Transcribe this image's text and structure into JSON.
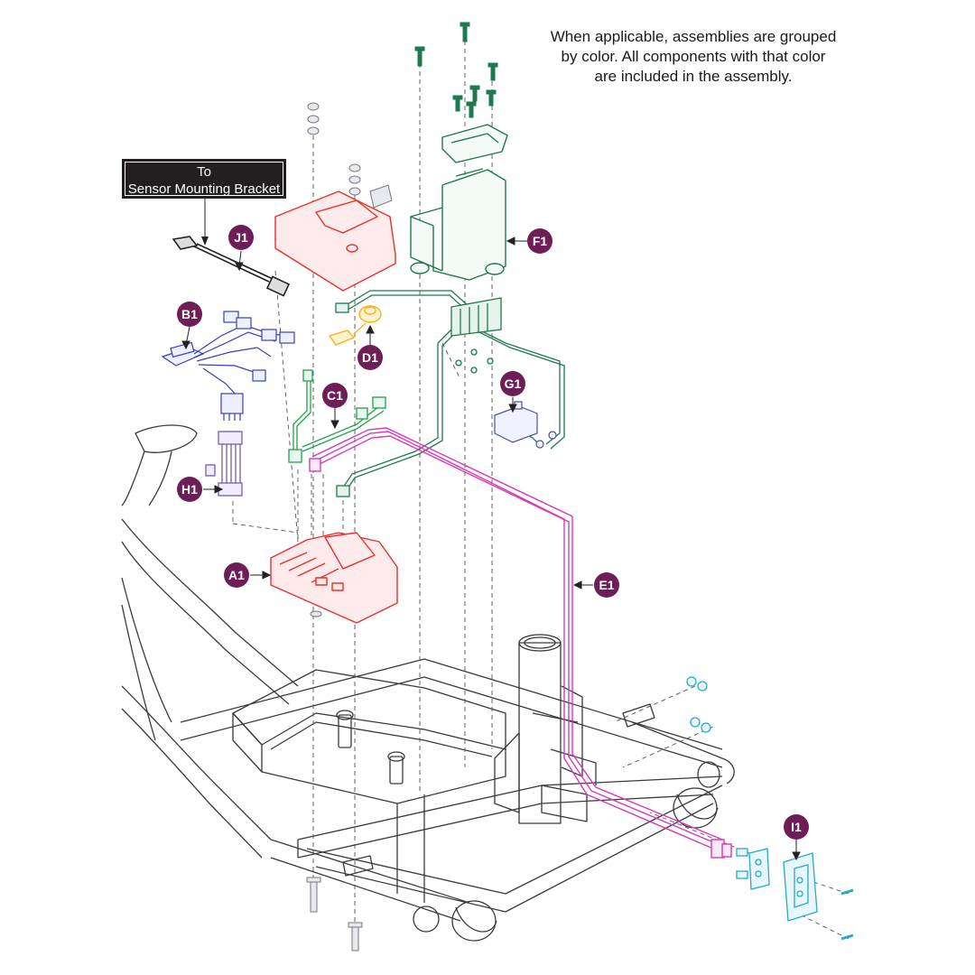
{
  "note": {
    "line1": "When applicable, assemblies are grouped",
    "line2": "by color. All components with that color",
    "line3": "are included in the assembly."
  },
  "callout": {
    "line1": "To",
    "line2": "Sensor Mounting Bracket"
  },
  "labels": {
    "J1": "J1",
    "B1": "B1",
    "D1": "D1",
    "C1": "C1",
    "G1": "G1",
    "F1": "F1",
    "H1": "H1",
    "A1": "A1",
    "E1": "E1",
    "I1": "I1"
  },
  "colors": {
    "badge": "#6e1e57",
    "controller_a1": "#e8302f",
    "harness_b1": "#3b3fb8",
    "harness_c1": "#21a04a",
    "fuse_d1": "#f2b51c",
    "harness_e1": "#d63bb8",
    "cover_f1": "#1e7a4c",
    "harness_g1": "#1e7a4c",
    "harness_h1": "#6b4fb0",
    "bracket_i1": "#2aa8c8",
    "frame_line": "#3a3a3a"
  }
}
